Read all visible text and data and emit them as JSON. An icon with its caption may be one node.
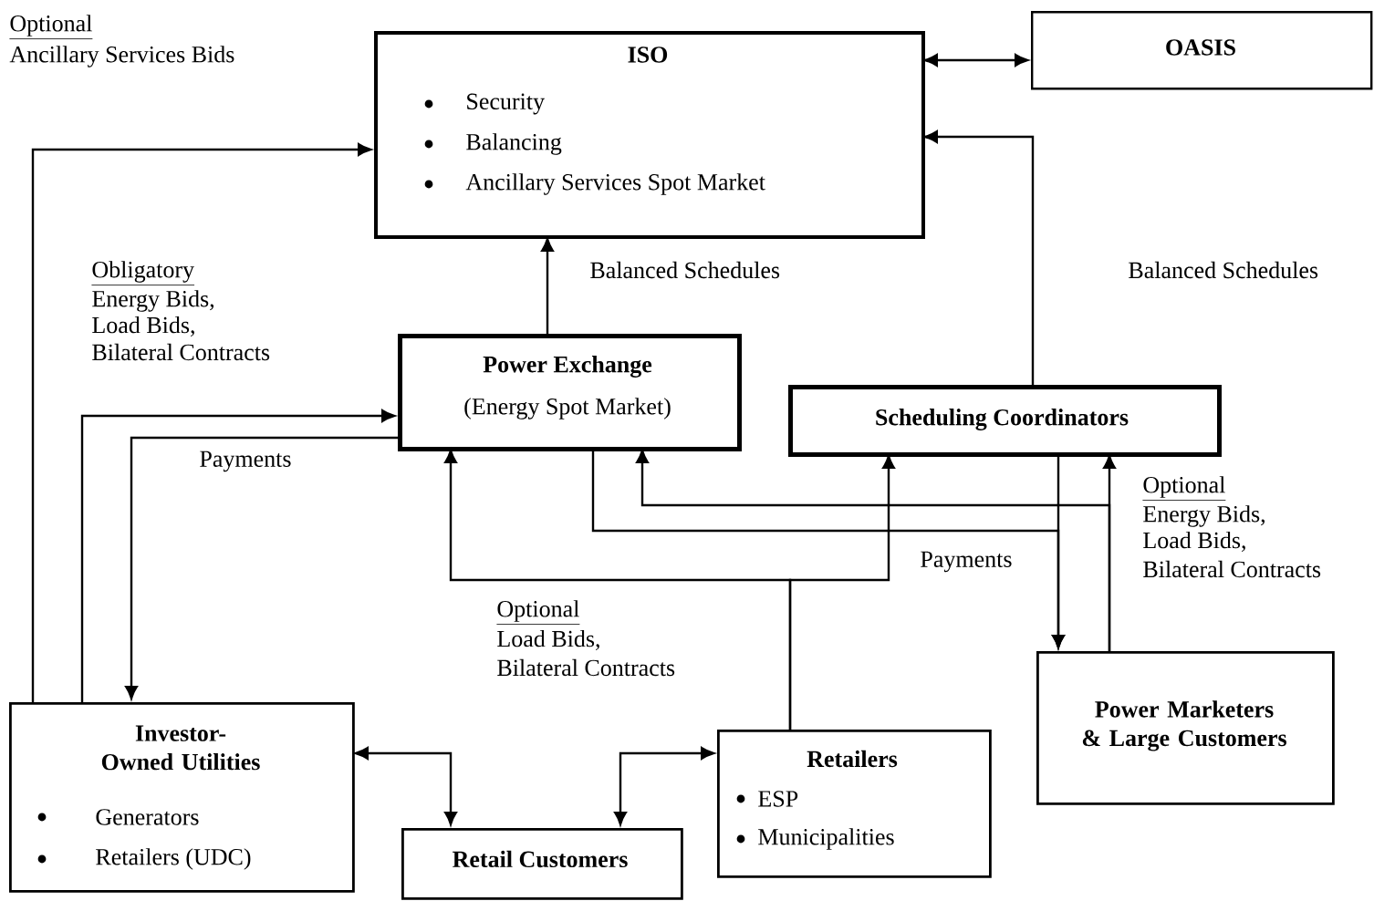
{
  "diagram": {
    "nodes": [
      {
        "text": [
          "ISO",
          "Security",
          "Balancing",
          "Ancillary Services Spot Market"
        ]
      },
      {
        "text": [
          "OASIS"
        ]
      },
      {
        "text": [
          "Power Exchange",
          "(Energy Spot Market)"
        ]
      },
      {
        "text": [
          "Scheduling Coordinators"
        ]
      },
      {
        "text": [
          "Investor-Owned Utilities",
          "Generators",
          "Retailers (UDC)"
        ]
      },
      {
        "text": [
          "Retail Customers"
        ]
      },
      {
        "text": [
          "Retailers",
          "ESP",
          "Municipalities"
        ]
      },
      {
        "text": [
          "Power Marketers & Large Customers"
        ]
      }
    ],
    "edges": [
      {
        "from": 4,
        "to": 0,
        "arrow": "to"
      },
      {
        "from": 4,
        "to": 2,
        "arrow": "to"
      },
      {
        "from": 2,
        "to": 4,
        "arrow": "to",
        "label": "Payments"
      },
      {
        "from": 2,
        "to": 0,
        "arrow": "to",
        "label": "Balanced Schedules"
      },
      {
        "from": 0,
        "to": 1,
        "arrow": "both"
      },
      {
        "from": 3,
        "to": 0,
        "arrow": "to",
        "label": "Balanced Schedules"
      },
      {
        "from": 2,
        "to": 7,
        "arrow": "to",
        "label": "Payments"
      },
      {
        "from": 3,
        "to": 7,
        "arrow": "to"
      },
      {
        "from": 7,
        "to": 3,
        "arrow": "to"
      },
      {
        "from": 7,
        "to": 2,
        "arrow": "to"
      },
      {
        "from": 6,
        "to": 2,
        "arrow": "to"
      },
      {
        "from": 6,
        "to": 3,
        "arrow": "to"
      },
      {
        "from": 4,
        "to": 5,
        "arrow": "both"
      },
      {
        "from": 6,
        "to": 5,
        "arrow": "both"
      }
    ],
    "labels": [
      "Optional",
      "Ancillary Services Bids",
      "Obligatory",
      "Energy Bids,",
      "Load Bids,",
      "Bilateral Contracts",
      "Optional",
      "Energy Bids,",
      "Load Bids,",
      "Bilateral Contracts",
      "Optional",
      "Load Bids,",
      "Bilateral Contracts"
    ]
  }
}
